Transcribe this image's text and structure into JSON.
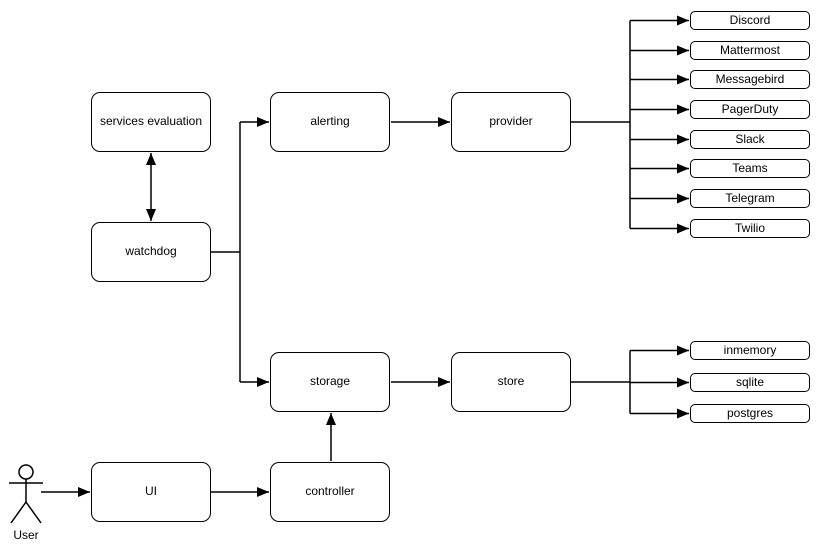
{
  "diagram": {
    "nodes": {
      "services_evaluation": "services evaluation",
      "watchdog": "watchdog",
      "alerting": "alerting",
      "provider": "provider",
      "storage": "storage",
      "store": "store",
      "ui": "UI",
      "controller": "controller"
    },
    "providers": [
      "Discord",
      "Mattermost",
      "Messagebird",
      "PagerDuty",
      "Slack",
      "Teams",
      "Telegram",
      "Twilio"
    ],
    "stores": [
      "inmemory",
      "sqlite",
      "postgres"
    ],
    "actor": {
      "label": "User"
    },
    "colors": {
      "stroke": "#000000",
      "fill": "#ffffff",
      "background": "#ffffff"
    }
  }
}
